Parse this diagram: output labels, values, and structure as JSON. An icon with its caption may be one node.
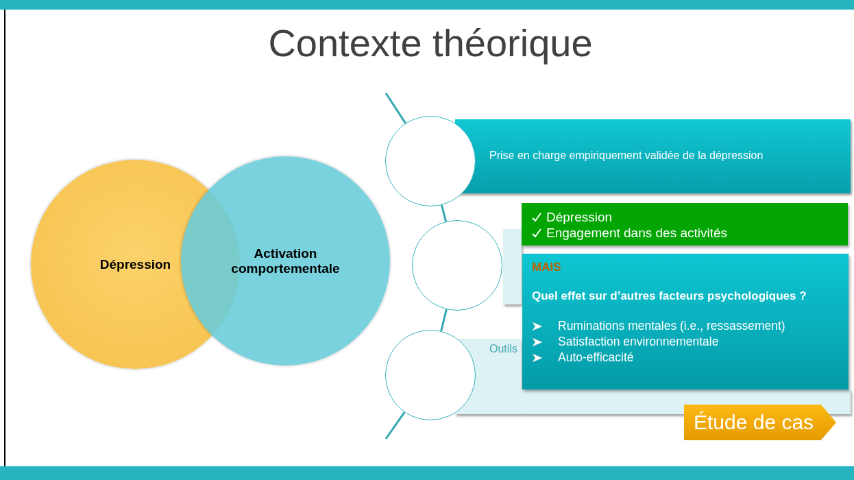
{
  "diagram": {
    "title": "Contexte théorique",
    "nodes": [
      {
        "text": [
          "Dépression"
        ]
      },
      {
        "text": [
          "Activation comportementale"
        ]
      },
      {
        "text": [],
        "shape": "circle"
      },
      {
        "text": [
          "Prise en charge empiriquement validée de la dépression"
        ]
      },
      {
        "text": [],
        "shape": "circle"
      },
      {
        "text": [],
        "shape": "box"
      },
      {
        "text": [],
        "shape": "circle"
      },
      {
        "text": [
          "Outils"
        ]
      },
      {
        "text": [
          "Dépression",
          "Engagement dans des activités"
        ]
      },
      {
        "text": [
          "MAIS",
          "Quel effet sur d’autres facteurs psychologiques ?",
          "Ruminations mentales (i.e., ressassement)",
          "Satisfaction environnementale",
          "Auto-efficacité"
        ]
      },
      {
        "text": [
          "Étude de cas"
        ]
      }
    ],
    "edges": [
      {
        "from": null,
        "to": 2,
        "arrow": "none"
      },
      {
        "from": 2,
        "to": 4,
        "arrow": "none"
      },
      {
        "from": 4,
        "to": 6,
        "arrow": "none"
      },
      {
        "from": 6,
        "to": null,
        "arrow": "none"
      }
    ]
  }
}
